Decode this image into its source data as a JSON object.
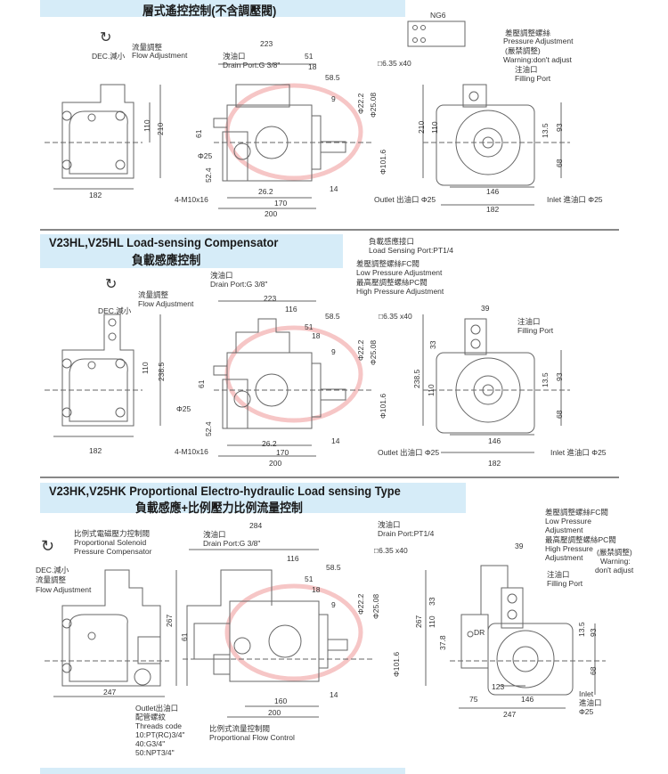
{
  "section1": {
    "title": "層式遙控控制(不含調壓閥)",
    "ng6": "NG6",
    "labels": {
      "dec": "DEC.減小",
      "flow_cn": "流量調整",
      "flow_en": "Flow Adjustment",
      "d223": "223",
      "drain_cn": "洩油口",
      "drain_en": "Drain Port:G 3/8\"",
      "d51": "51",
      "d18": "18",
      "d58": "58.5",
      "d9": "9",
      "key": "□6.35 x40",
      "phi22": "Φ22.2",
      "phi25": "Φ25.08",
      "phi101": "Φ101.6",
      "press_cn": "差壓調整螺絲",
      "press_en": "Pressure Adjustment",
      "warn_cn": "(嚴禁調整)",
      "warn_en": "Warning:don't adjust",
      "fill_cn": "注油口",
      "fill_en": "Filling Port",
      "d110": "110",
      "d210": "210",
      "d61": "61",
      "phi25p": "Φ25",
      "d524": "52.4",
      "m10": "4-M10x16",
      "d262": "26.2",
      "d170": "170",
      "d200": "200",
      "d14": "14",
      "d182": "182",
      "rd210": "210",
      "rd110": "110",
      "d135": "13.5",
      "d93": "93",
      "d68": "68",
      "d146": "146",
      "rd182": "182",
      "outlet": "Outlet 出油口 Φ25",
      "inlet": "Inlet 進油口 Φ25"
    }
  },
  "section2": {
    "title_en": "V23HL,V25HL Load-sensing Compensator",
    "title_cn": "負載感應控制",
    "labels": {
      "ls_cn": "負載感應接口",
      "ls_en": "Load Sensing Port:PT1/4",
      "low_cn": "差壓調整螺絲FC閥",
      "low_en": "Low Pressure Adjustment",
      "high_cn": "最高壓調整螺絲PC閥",
      "high_en": "High Pressure Adjustment",
      "drain_cn": "洩油口",
      "drain_en": "Drain Port:G 3/8\"",
      "flow_cn": "流量調整",
      "flow_en": "Flow Adjustment",
      "dec": "DEC.減小",
      "d223": "223",
      "d116": "116",
      "d58": "58.5",
      "key": "□6.35 x40",
      "d51": "51",
      "d18": "18",
      "d9": "9",
      "d39": "39",
      "fill_cn": "注油口",
      "fill_en": "Filling Port",
      "d33": "33",
      "d2385": "238.5",
      "d110": "110",
      "d61": "61",
      "phi25p": "Φ25",
      "d524": "52.4",
      "m10": "4-M10x16",
      "d262": "26.2",
      "d170": "170",
      "d200": "200",
      "d14": "14",
      "d182": "182",
      "outlet": "Outlet 出油口 Φ25",
      "d146": "146",
      "inlet": "Inlet 進油口 Φ25",
      "rd182": "182",
      "rd2385": "238.5",
      "rd110": "110",
      "d135": "13.5",
      "d93": "93",
      "d68": "68",
      "phi22": "Φ22.2",
      "phi25": "Φ25.08",
      "phi101": "Φ101.6"
    }
  },
  "section3": {
    "title_en": "V23HK,V25HK Proportional Electro-hydraulic Load sensing Type",
    "title_cn": "負載感應+比例壓力比例流量控制",
    "labels": {
      "d284": "284",
      "drain_cn": "洩油口",
      "drain_en": "Drain Port:G 3/8\"",
      "sol1": "比例式電磁壓力控制閥",
      "sol2": "Proportional Solenoid",
      "sol3": "Pressure Compensator",
      "dec": "DEC.減小",
      "flow_cn": "流量調整",
      "flow_en": "Flow Adjustment",
      "d116": "116",
      "d58": "58.5",
      "d51": "51",
      "d18": "18",
      "d9": "9",
      "drain2_cn": "洩油口",
      "drain2_en": "Drain Port:PT1/4",
      "key": "□6.35 x40",
      "low_cn": "差壓調整螺絲FC閥",
      "low_en1": "Low Pressure",
      "low_en2": "Adjustment",
      "high_cn": "最高壓調整螺絲PC閥",
      "high_en1": "High Pressure",
      "high_en2": "Adjustment",
      "warn_cn": "(嚴禁調整)",
      "warn_en1": "Warning:",
      "warn_en2": "don't adjust",
      "d39": "39",
      "fill_cn": "注油口",
      "fill_en": "Filling Port",
      "d267": "267",
      "d61": "61",
      "d33": "33",
      "rd267": "267",
      "rd110": "110",
      "d378": "37.8",
      "dr": "DR",
      "d135": "13.5",
      "d93": "93",
      "d68": "68",
      "d247": "247",
      "d160": "160",
      "d14": "14",
      "d200": "200",
      "out1": "Outlet出油口",
      "out2": "配管螺紋",
      "out3": "Threads code",
      "out4": "10:PT(RC)3/4\"",
      "out5": "40:G3/4\"",
      "out6": "50:NPT3/4\"",
      "pfc_cn": "比例式流量控制閥",
      "pfc_en": "Proportional Flow Control",
      "d123": "123",
      "d75": "75",
      "d146": "146",
      "rd247": "247",
      "in1": "Inlet",
      "in2": "進油口",
      "in3": "Φ25",
      "phi22": "Φ22.2",
      "phi25": "Φ25.08",
      "phi101": "Φ101.6"
    }
  },
  "colors": {
    "band": "#d6ecf8",
    "watermark": "#e88080",
    "line": "#555555"
  }
}
